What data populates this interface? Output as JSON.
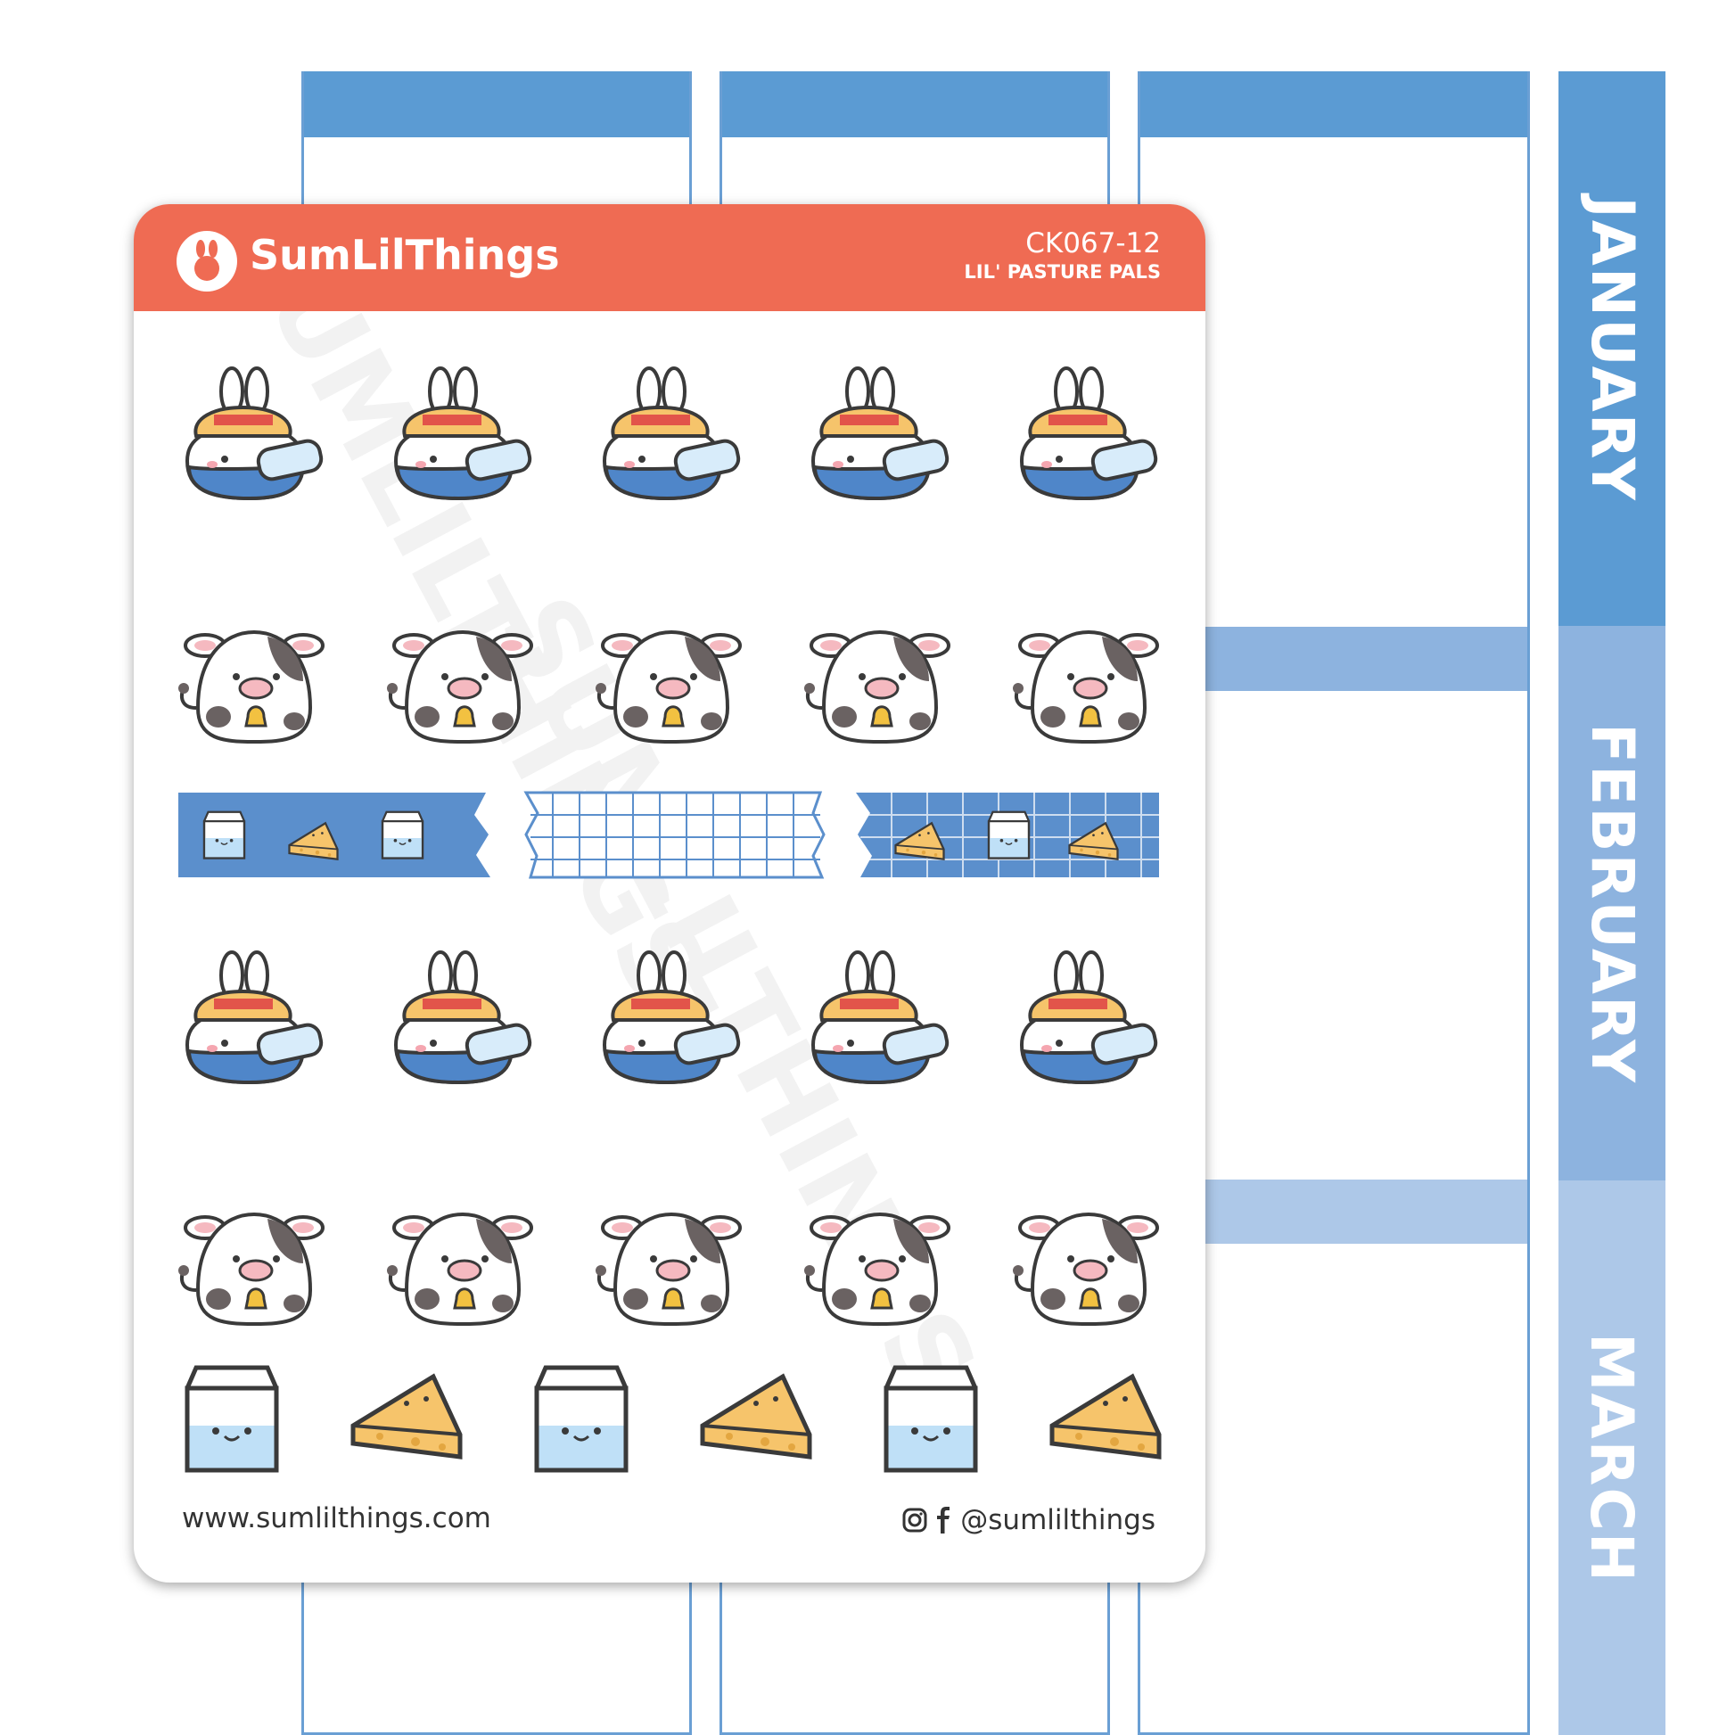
{
  "planner": {
    "tabs": [
      {
        "label": "JANUARY",
        "color": "#5b9bd3"
      },
      {
        "label": "FEBRUARY",
        "color": "#8db3df"
      },
      {
        "label": "MARCH",
        "color": "#adc8e8"
      }
    ],
    "accent_dark": "#5b9bd3",
    "accent_mid": "#8db3df",
    "accent_light": "#adc8e8"
  },
  "sheet": {
    "brand": "SumLilThings",
    "code": "CK067-12",
    "subtitle": "LIL' PASTURE PALS",
    "watermark": "SUMLILTHINGS",
    "header_color": "#ef6b53",
    "website": "www.sumlilthings.com",
    "social": "@sumlilthings",
    "social_icons": [
      "instagram-icon",
      "facebook-icon"
    ]
  },
  "stickers": {
    "rows": [
      {
        "type": "cow-farmer-drinking-milk",
        "count": 5
      },
      {
        "type": "cow-with-bell",
        "count": 5
      },
      {
        "type": "washi-strips",
        "items": [
          "milk-cheese-washi",
          "grid-washi",
          "grid-milk-cheese-washi"
        ]
      },
      {
        "type": "cow-farmer-drinking-milk",
        "count": 5
      },
      {
        "type": "cow-with-bell",
        "count": 5
      },
      {
        "type": "milk-and-cheese",
        "items": [
          "milk-carton",
          "cheese-wedge",
          "milk-carton",
          "cheese-wedge",
          "milk-carton",
          "cheese-wedge"
        ]
      }
    ]
  }
}
